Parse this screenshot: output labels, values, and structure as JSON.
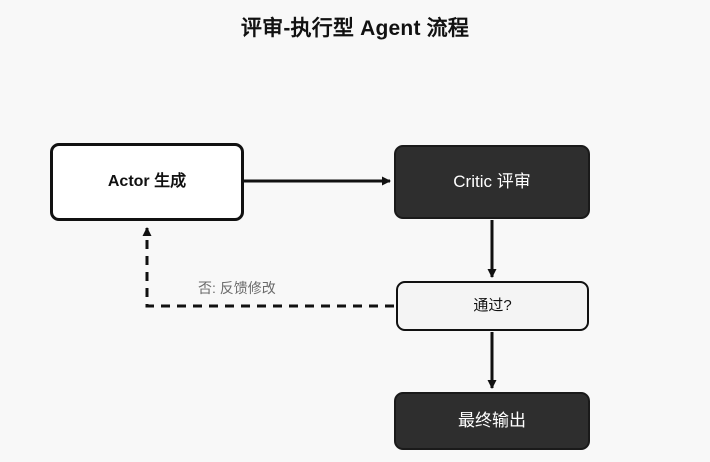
{
  "diagram": {
    "title": "评审-执行型 Agent 流程",
    "background_color": "#f8f8f8",
    "nodes": [
      {
        "id": "actor",
        "label": "Actor 生成",
        "style": "light",
        "fill": "#ffffff",
        "stroke": "#111111",
        "text_color": "#111111"
      },
      {
        "id": "critic",
        "label": "Critic 评审",
        "style": "dark",
        "fill": "#2e2e2e",
        "stroke": "#1a1a1a",
        "text_color": "#ffffff"
      },
      {
        "id": "gate",
        "label": "通过?",
        "style": "neutral",
        "fill": "#f4f4f4",
        "stroke": "#111111",
        "text_color": "#111111"
      },
      {
        "id": "output",
        "label": "最终输出",
        "style": "dark",
        "fill": "#2e2e2e",
        "stroke": "#1a1a1a",
        "text_color": "#ffffff"
      }
    ],
    "edges": [
      {
        "id": "actor-to-critic",
        "from": "actor",
        "to": "critic",
        "label": "",
        "line": "solid",
        "color": "#111111"
      },
      {
        "id": "critic-to-gate",
        "from": "critic",
        "to": "gate",
        "label": "",
        "line": "solid",
        "color": "#111111"
      },
      {
        "id": "gate-to-output",
        "from": "gate",
        "to": "output",
        "label": "",
        "line": "solid",
        "color": "#111111"
      },
      {
        "id": "gate-to-actor",
        "from": "gate",
        "to": "actor",
        "label": "否: 反馈修改",
        "line": "dashed",
        "color": "#111111",
        "label_color": "#6b6b6b"
      }
    ]
  }
}
